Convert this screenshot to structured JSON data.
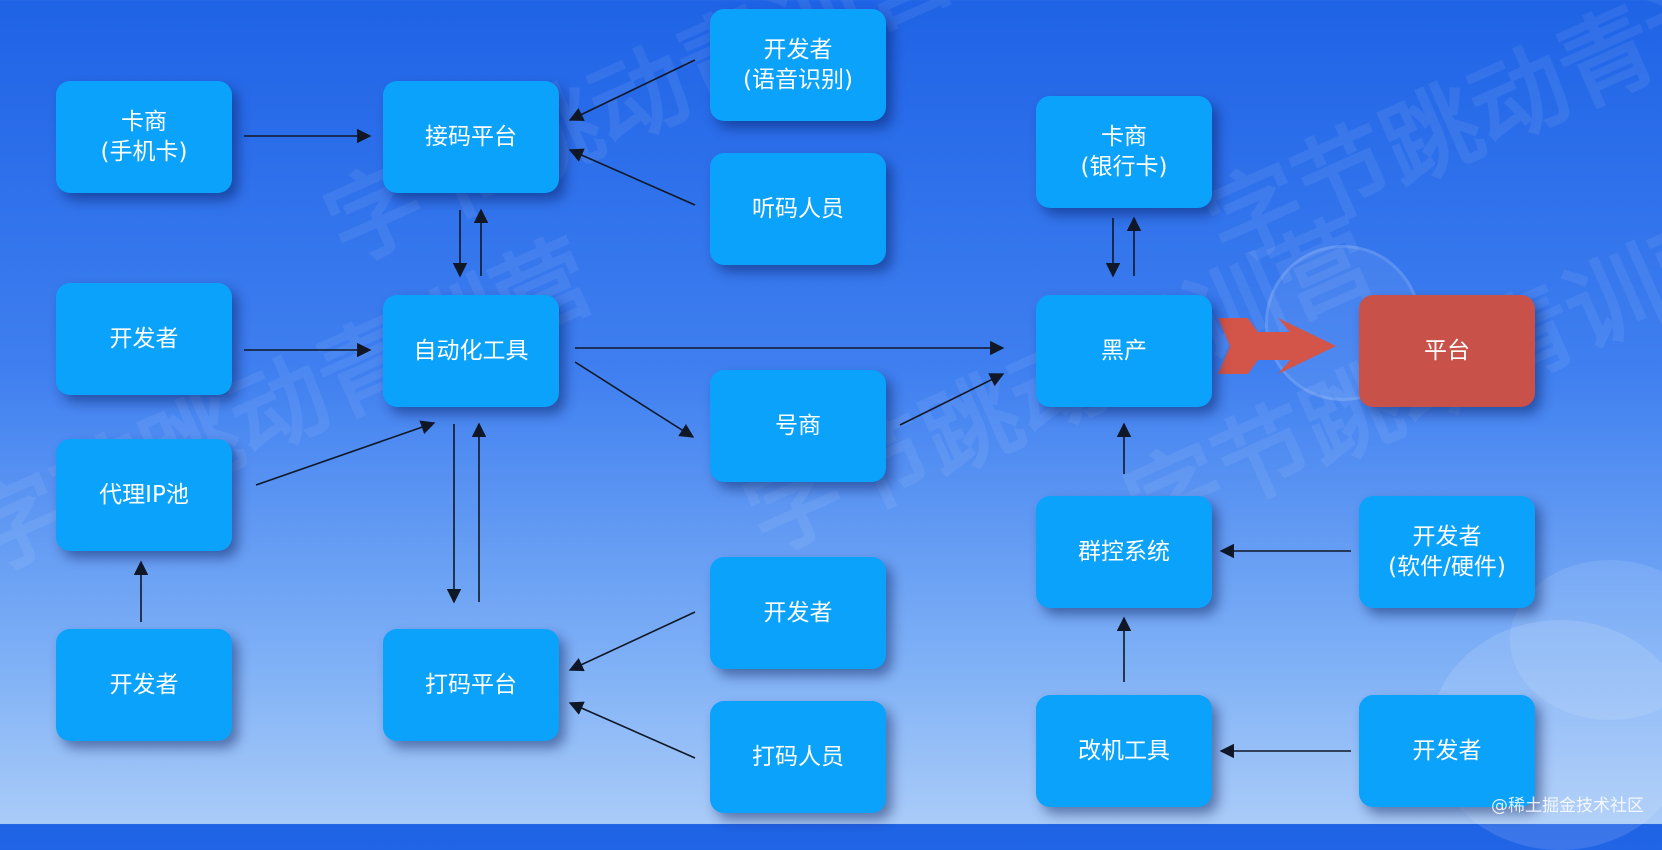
{
  "watermark": "字节跳动青训营",
  "nodes": {
    "kashang_sim": {
      "line1": "卡商",
      "line2": "(手机卡)"
    },
    "jiema": {
      "line1": "接码平台",
      "line2": ""
    },
    "dev_voice": {
      "line1": "开发者",
      "line2": "(语音识别)"
    },
    "tingma": {
      "line1": "听码人员",
      "line2": ""
    },
    "dev1": {
      "line1": "开发者",
      "line2": ""
    },
    "auto_tool": {
      "line1": "自动化工具",
      "line2": ""
    },
    "proxy_ip": {
      "line1": "代理IP池",
      "line2": ""
    },
    "haoshang": {
      "line1": "号商",
      "line2": ""
    },
    "dev2": {
      "line1": "开发者",
      "line2": ""
    },
    "dama": {
      "line1": "打码平台",
      "line2": ""
    },
    "dev3": {
      "line1": "开发者",
      "line2": ""
    },
    "dama_staff": {
      "line1": "打码人员",
      "line2": ""
    },
    "kashang_bank": {
      "line1": "卡商",
      "line2": "(银行卡)"
    },
    "heichan": {
      "line1": "黑产",
      "line2": ""
    },
    "platform": {
      "line1": "平台",
      "line2": ""
    },
    "qunkong": {
      "line1": "群控系统",
      "line2": ""
    },
    "dev_sw": {
      "line1": "开发者",
      "line2": "(软件/硬件)"
    },
    "gaiji": {
      "line1": "改机工具",
      "line2": ""
    },
    "dev4": {
      "line1": "开发者",
      "line2": ""
    }
  },
  "colors": {
    "node_fill": "#0aa2fb",
    "platform_fill": "#c8524a",
    "attack_arrow": "#d35448",
    "edge": "#101828"
  },
  "footer": "@稀土掘金技术社区"
}
